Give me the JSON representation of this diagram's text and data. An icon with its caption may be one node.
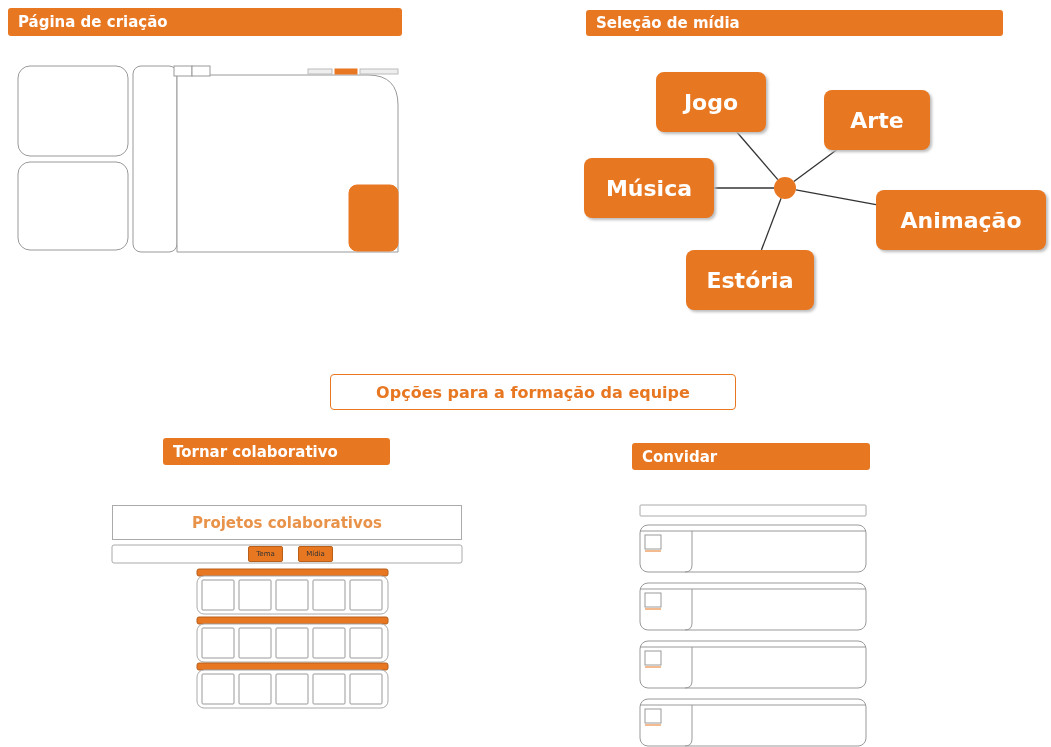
{
  "diagram": {
    "nodes": [
      {
        "text": [
          "Página de criação"
        ]
      },
      {
        "text": [
          "Seleção de mídia"
        ]
      },
      {
        "text": [
          "Jogo"
        ]
      },
      {
        "text": [
          "Arte"
        ]
      },
      {
        "text": [
          "Música"
        ]
      },
      {
        "text": [],
        "shape": "circle"
      },
      {
        "text": [
          "Animação"
        ]
      },
      {
        "text": [
          "Estória"
        ]
      },
      {
        "text": [
          "Opções para a formação da equipe"
        ]
      },
      {
        "text": [
          "Tornar colaborativo"
        ]
      },
      {
        "text": [
          "Convidar"
        ]
      },
      {
        "text": [
          "Projetos colaborativos"
        ]
      },
      {
        "text": [
          "Tema"
        ]
      },
      {
        "text": [
          "Mídia"
        ]
      }
    ],
    "edges": [
      {
        "from": 5,
        "to": 2,
        "arrow": "none"
      },
      {
        "from": 5,
        "to": 3,
        "arrow": "none"
      },
      {
        "from": 5,
        "to": 4,
        "arrow": "none"
      },
      {
        "from": 5,
        "to": 6,
        "arrow": "none"
      },
      {
        "from": 5,
        "to": 7,
        "arrow": "none"
      }
    ]
  }
}
